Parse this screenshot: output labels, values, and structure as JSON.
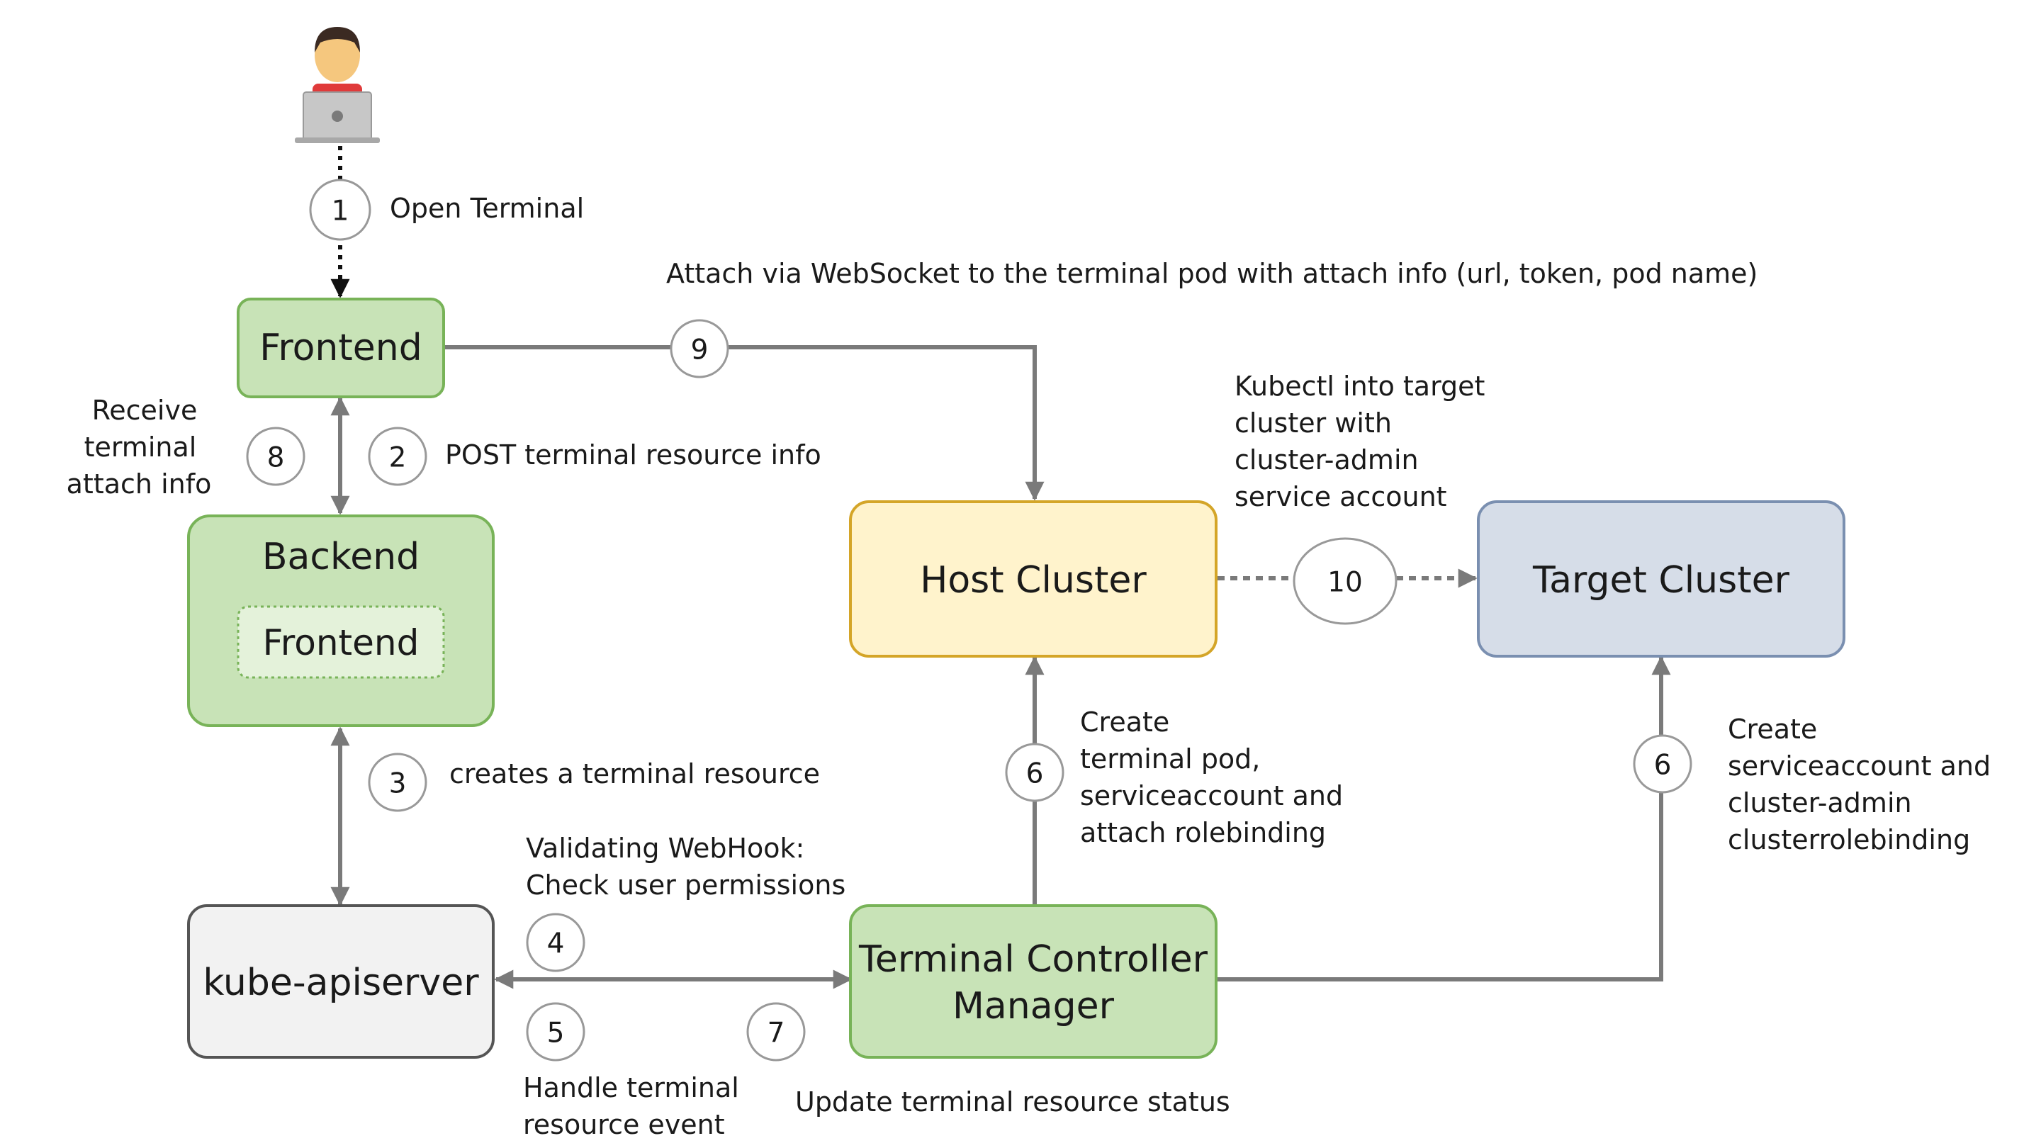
{
  "nodes": {
    "frontend": "Frontend",
    "backend": "Backend",
    "backend_inner": "Frontend",
    "kube_apiserver": "kube-apiserver",
    "host_cluster": "Host Cluster",
    "target_cluster": "Target Cluster",
    "tcm": [
      "Terminal Controller",
      "Manager"
    ]
  },
  "steps": {
    "s1": "1",
    "s2": "2",
    "s3": "3",
    "s4": "4",
    "s5": "5",
    "s6a": "6",
    "s6b": "6",
    "s7": "7",
    "s8": "8",
    "s9": "9",
    "s10": "10"
  },
  "annotations": {
    "open_terminal": [
      "Open Terminal"
    ],
    "websocket": [
      "Attach via WebSocket to the terminal pod with attach info (url, token, pod name)"
    ],
    "receive": [
      "Receive",
      "terminal",
      "attach info"
    ],
    "post": [
      "POST terminal resource info"
    ],
    "kubectl": [
      "Kubectl into target",
      "cluster with",
      "cluster-admin",
      "service account"
    ],
    "creates": [
      "creates a terminal resource"
    ],
    "webhook": [
      "Validating WebHook:",
      "Check user permissions"
    ],
    "handle": [
      "Handle terminal",
      "resource event"
    ],
    "update": [
      "Update terminal resource status"
    ],
    "create_host": [
      "Create",
      "terminal pod,",
      "serviceaccount and",
      "attach rolebinding"
    ],
    "create_target": [
      "Create",
      "serviceaccount and",
      "cluster-admin",
      "clusterrolebinding"
    ]
  },
  "colors": {
    "green_fill": "#c8e3b7",
    "green_stroke": "#78b358",
    "inner_fill": "#e4f2da",
    "gray_fill": "#f2f2f2",
    "gray_stroke": "#555555",
    "yellow_fill": "#fff3cc",
    "yellow_stroke": "#d4a528",
    "blue_fill": "#d6dde8",
    "blue_stroke": "#7a8fb0",
    "connector": "#7a7a7a"
  }
}
